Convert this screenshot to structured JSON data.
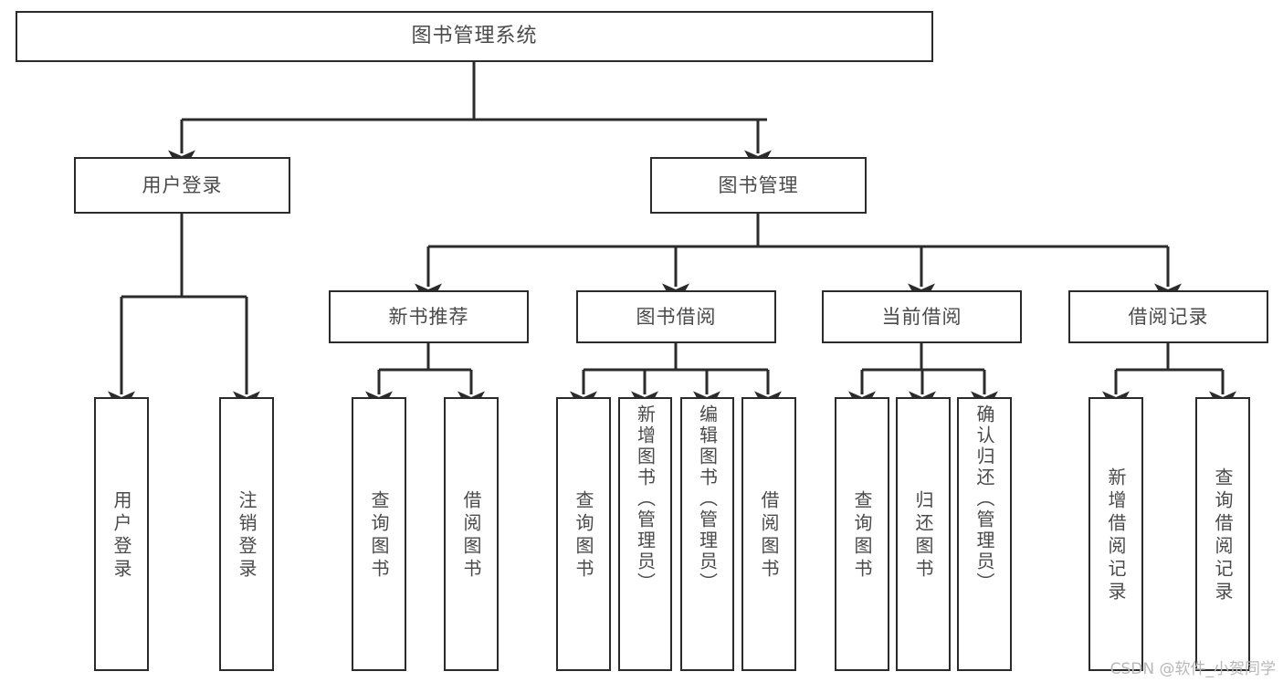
{
  "diagram": {
    "type": "tree-hierarchy",
    "title": "图书管理系统",
    "watermark": "CSDN @软件_小贺同学",
    "colors": {
      "box_border": "#2b2b2b",
      "box_fill": "#ffffff",
      "text": "#4a4a4a",
      "edge": "#2b2b2b",
      "watermark": "#b8b8b8",
      "background": "#ffffff"
    },
    "nodes": {
      "root": {
        "label": "图书管理系统"
      },
      "level2": [
        {
          "id": "user-login",
          "label": "用户登录"
        },
        {
          "id": "book-manage",
          "label": "图书管理"
        }
      ],
      "level3": [
        {
          "id": "new-book-recommend",
          "label": "新书推荐"
        },
        {
          "id": "book-borrow",
          "label": "图书借阅"
        },
        {
          "id": "current-borrow",
          "label": "当前借阅"
        },
        {
          "id": "borrow-record",
          "label": "借阅记录"
        }
      ],
      "leaves": {
        "user_login": [
          {
            "id": "leaf-user-login",
            "label": "用户登录"
          },
          {
            "id": "leaf-logout-login",
            "label": "注销登录"
          }
        ],
        "new_book_recommend": [
          {
            "id": "leaf-query-book-1",
            "label": "查询图书"
          },
          {
            "id": "leaf-borrow-book-1",
            "label": "借阅图书"
          }
        ],
        "book_borrow": [
          {
            "id": "leaf-query-book-2",
            "label": "查询图书"
          },
          {
            "id": "leaf-add-book",
            "label": "新增图书（管理员）"
          },
          {
            "id": "leaf-edit-book",
            "label": "编辑图书（管理员）"
          },
          {
            "id": "leaf-borrow-book-2",
            "label": "借阅图书"
          }
        ],
        "current_borrow": [
          {
            "id": "leaf-query-book-3",
            "label": "查询图书"
          },
          {
            "id": "leaf-return-book",
            "label": "归还图书"
          },
          {
            "id": "leaf-confirm-return",
            "label": "确认归还（管理员）"
          }
        ],
        "borrow_record": [
          {
            "id": "leaf-add-record",
            "label": "新增借阅记录"
          },
          {
            "id": "leaf-query-record",
            "label": "查询借阅记录"
          }
        ]
      }
    }
  }
}
